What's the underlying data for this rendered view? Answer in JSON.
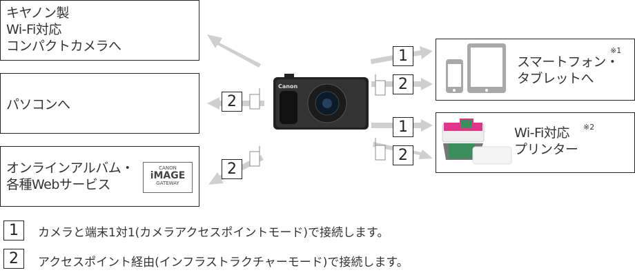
{
  "targets": {
    "compact_camera": {
      "lines": [
        "キヤノン製",
        "Wi-Fi対応",
        "コンパクトカメラへ"
      ],
      "icon": "compact-camera-icon"
    },
    "pc": {
      "label": "パソコンへ",
      "icon": "laptop-icon",
      "mode": "2"
    },
    "online": {
      "lines": [
        "オンラインアルバム・",
        "各種Webサービス"
      ],
      "logo": {
        "top": "CANON",
        "mid": "iMAGE",
        "bottom": "GATEWAY"
      },
      "mode": "2"
    },
    "smartphone": {
      "lines": [
        "スマートフォン・",
        "タブレットへ"
      ],
      "note": "※1",
      "modes": [
        "1",
        "2"
      ]
    },
    "printer": {
      "lines": [
        "Wi-Fi対応",
        "プリンター"
      ],
      "note": "※2",
      "modes": [
        "1",
        "2"
      ]
    }
  },
  "camera": {
    "brand": "Canon"
  },
  "legend": [
    {
      "num": "1",
      "text": "カメラと端末1対1(カメラアクセスポイントモード)で接続します。"
    },
    {
      "num": "2",
      "text": "アクセスポイント経由(インフラストラクチャーモード)で接続します。"
    }
  ],
  "colors": {
    "arrow": "#cfcfcf",
    "icon": "#a8a8a8",
    "border": "#222222",
    "printer_pink": "#e0358a"
  }
}
